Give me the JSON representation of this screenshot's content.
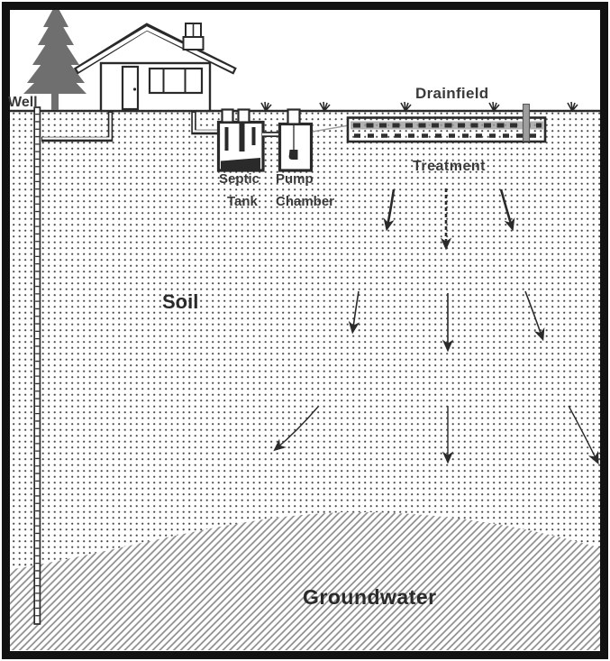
{
  "diagram": {
    "type": "septic-system-cross-section",
    "labels": {
      "well": "Well",
      "septic_tank_line1": "Septic",
      "septic_tank_line2": "Tank",
      "pump_chamber_line1": "Pump",
      "pump_chamber_line2": "Chamber",
      "drainfield": "Drainfield",
      "treatment": "Treatment",
      "soil": "Soil",
      "groundwater": "Groundwater"
    },
    "colors": {
      "ink": "#2a2a2a",
      "text": "#3a3a3a",
      "frame": "#121212",
      "soil-dot": "#4a4a4a",
      "hatch": "#8c8c8c",
      "tree": "#6f6f6f",
      "pipe-gray": "#9e9e9e"
    }
  }
}
